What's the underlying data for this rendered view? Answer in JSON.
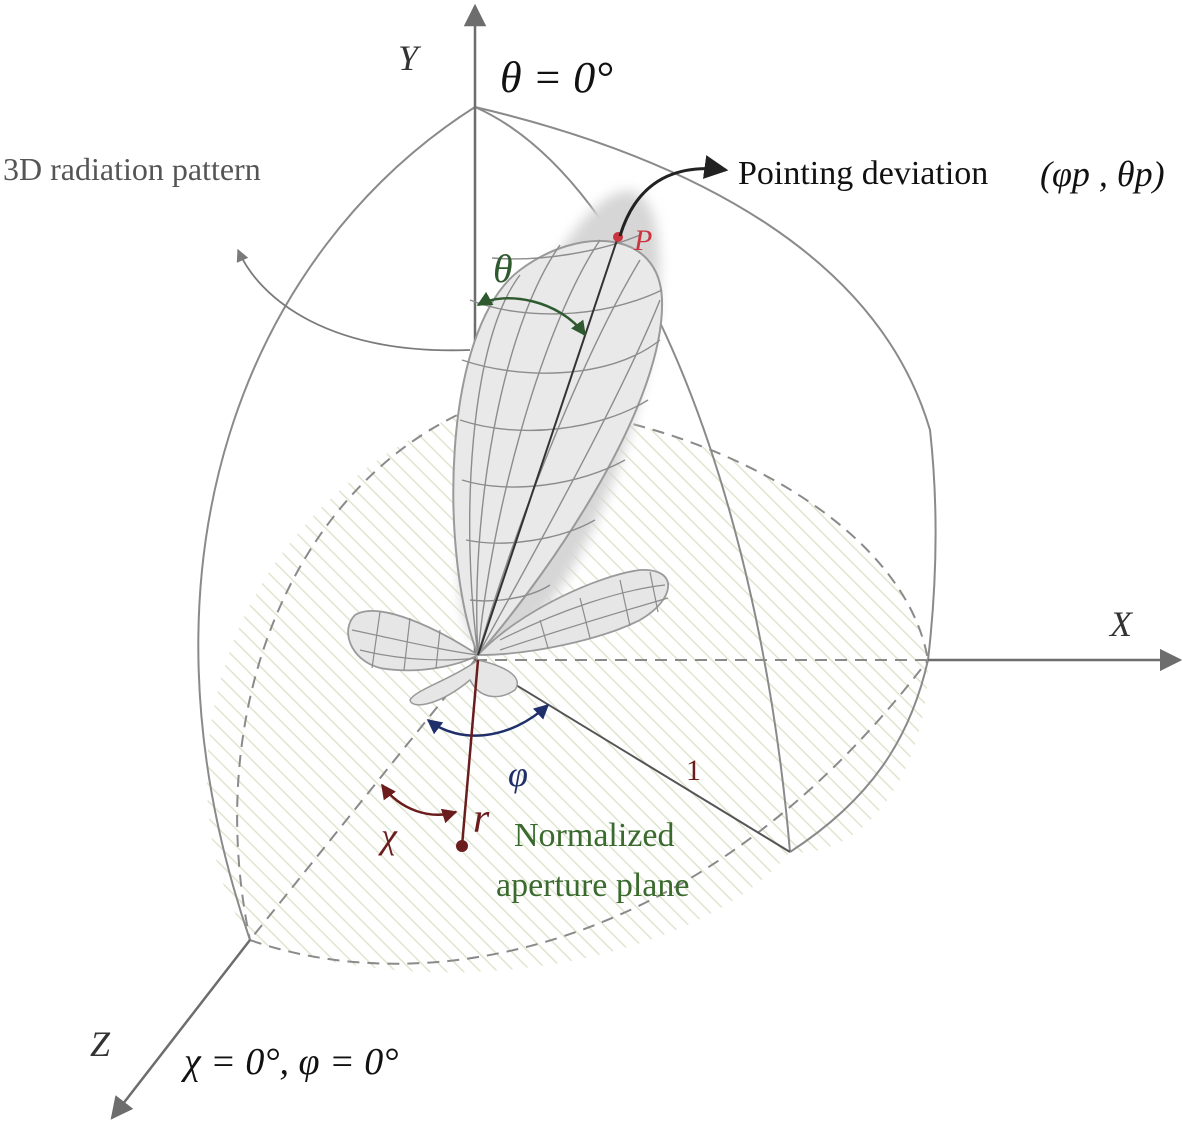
{
  "axes": {
    "y": "Y",
    "x": "X",
    "z": "Z"
  },
  "labels": {
    "theta_zero": "θ = 0°",
    "radiation_pattern": "3D radiation pattern",
    "pointing_deviation": "Pointing deviation",
    "pointing_coords": "(φp , θp)",
    "point_p": "P",
    "theta": "θ",
    "phi": "φ",
    "chi": "χ",
    "r": "r",
    "radius_one": "1",
    "aperture_line1": "Normalized",
    "aperture_line2": "aperture plane",
    "chi_phi_zero": "χ = 0°, φ = 0°"
  },
  "colors": {
    "axis": "#6d6d6d",
    "sphere_edge": "#8a8a8a",
    "hatch": "#dfe6cf",
    "lobe_mesh": "#8c8c8c",
    "theta_arc": "#2f5a2f",
    "phi_arc": "#1f2f6a",
    "chi_r": "#6b1d1d",
    "point_p": "#c9343f",
    "aperture_text": "#3a6a2e"
  }
}
